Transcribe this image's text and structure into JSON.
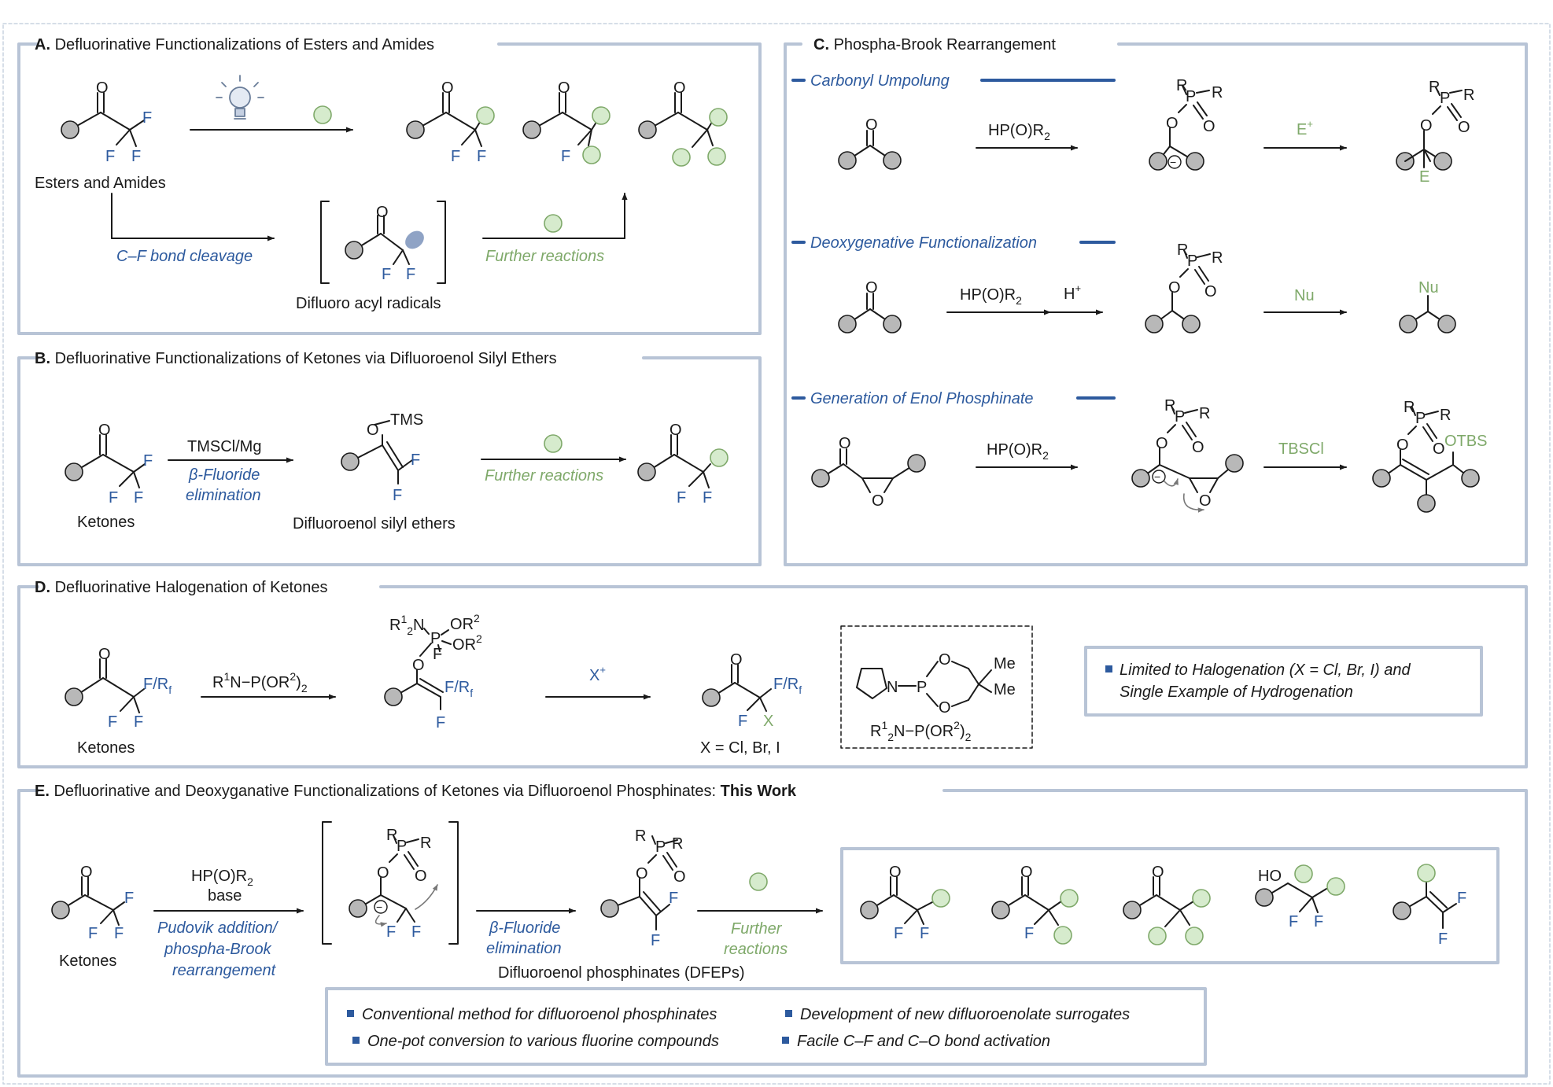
{
  "panels": {
    "a": {
      "letter": "A.",
      "title": "Defluorinative Functionalizations of Esters and Amides"
    },
    "b": {
      "letter": "B.",
      "title": "Defluorinative Functionalizations of Ketones via Difluoroenol Silyl Ethers"
    },
    "c": {
      "letter": "C.",
      "title": "Phospha-Brook Rearrangement"
    },
    "d": {
      "letter": "D.",
      "title": "Defluorinative Halogenation of Ketones"
    },
    "e": {
      "letter": "E.",
      "title": "Defluorinative and Deoxyganative Functionalizations of Ketones via Difluoroenol Phosphinates: ",
      "title_bold": "This Work"
    }
  },
  "atoms": {
    "F": "F",
    "O": "O",
    "P": "P",
    "R": "R",
    "E": "E",
    "Nu": "Nu",
    "X": "X",
    "N": "N",
    "Me": "Me",
    "HO": "HO",
    "OTBS": "OTBS",
    "TMS": "TMS",
    "minus": "−"
  },
  "A": {
    "substrate": "Esters and Amides",
    "cleavage": "C–F bond cleavage",
    "intermediate": "Difluoro acyl radicals",
    "further": "Further reactions"
  },
  "B": {
    "reagent": "TMSCl/Mg",
    "step_1": "β-Fluoride",
    "step_2": "elimination",
    "substrate": "Ketones",
    "intermediate": "Difluoroenol silyl ethers",
    "further": "Further reactions"
  },
  "C": {
    "umpolung": "Carbonyl Umpolung",
    "deoxy": "Deoxygenative Functionalization",
    "enol": "Generation of Enol Phosphinate",
    "reagent": "HP(O)R",
    "sub2": "2",
    "electrophile": "E",
    "eplus": "+",
    "proton": "H",
    "nucleophile": "Nu",
    "silyl": "TBSCl"
  },
  "D": {
    "substrate": "Ketones",
    "frf": "F/R",
    "f_sub": "f",
    "reagent_a": "R",
    "reagent_b": "1",
    "reagent_c": "N−P(OR",
    "reagent_d": "2",
    "reagent_e": ")",
    "reagent_f": "2",
    "r1_2n": "R1 2N",
    "or2": "OR2",
    "halogen": "X",
    "xplus": "+",
    "x_def": "X = Cl, Br, I",
    "box_line1": "Limited to Halogenation (X = Cl, Br, I) and",
    "box_line2": "Single Example of Hydrogenation"
  },
  "E": {
    "substrate": "Ketones",
    "reagent": "HP(O)R",
    "sub2": "2",
    "base": "base",
    "pudovik_1": "Pudovik addition/",
    "pudovik_2": "phospha-Brook",
    "pudovik_3": "rearrangement",
    "elim_1": "β-Fluoride",
    "elim_2": "elimination",
    "intermediate": "Difluoroenol phosphinates (DFEPs)",
    "further_1": "Further",
    "further_2": "reactions",
    "bullet_1": "Conventional method for difluoroenol phosphinates",
    "bullet_2": "Development of new difluoroenolate surrogates",
    "bullet_3": "One-pot conversion to various fluorine compounds",
    "bullet_4": "Facile C–F and C–O bond activation"
  },
  "colors": {
    "frame": "#b8c4d6",
    "blue": "#2d5a9e",
    "green": "#7fa96a",
    "green_fill": "#d6ebcd",
    "grey_fill": "#b8b8b8",
    "ink": "#1a1a1a"
  }
}
